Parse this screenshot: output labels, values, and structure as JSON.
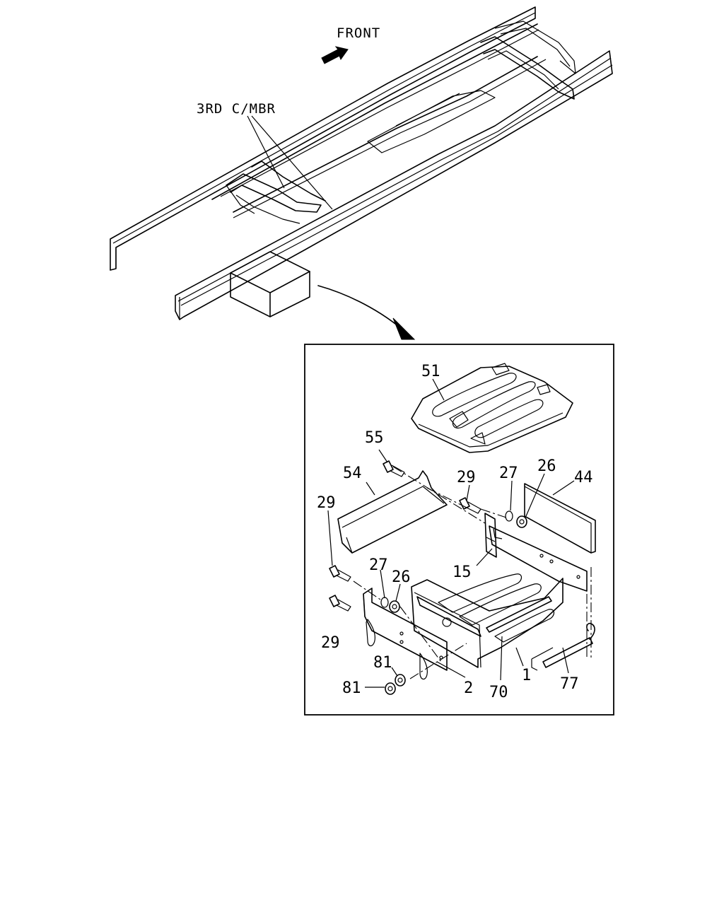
{
  "labels": {
    "front": "FRONT",
    "crossmember": "3RD C/MBR"
  },
  "callouts": [
    {
      "id": "c51",
      "text": "51"
    },
    {
      "id": "c55",
      "text": "55"
    },
    {
      "id": "c54",
      "text": "54"
    },
    {
      "id": "c29a",
      "text": "29"
    },
    {
      "id": "c27a",
      "text": "27"
    },
    {
      "id": "c26a",
      "text": "26"
    },
    {
      "id": "c44",
      "text": "44"
    },
    {
      "id": "c29b",
      "text": "29"
    },
    {
      "id": "c15",
      "text": "15"
    },
    {
      "id": "c27b",
      "text": "27"
    },
    {
      "id": "c26b",
      "text": "26"
    },
    {
      "id": "c29c",
      "text": "29"
    },
    {
      "id": "c81a",
      "text": "81"
    },
    {
      "id": "c81b",
      "text": "81"
    },
    {
      "id": "c2",
      "text": "2"
    },
    {
      "id": "c70",
      "text": "70"
    },
    {
      "id": "c1",
      "text": "1"
    },
    {
      "id": "c77",
      "text": "77"
    }
  ],
  "colors": {
    "line": "#000000",
    "background": "#ffffff"
  }
}
